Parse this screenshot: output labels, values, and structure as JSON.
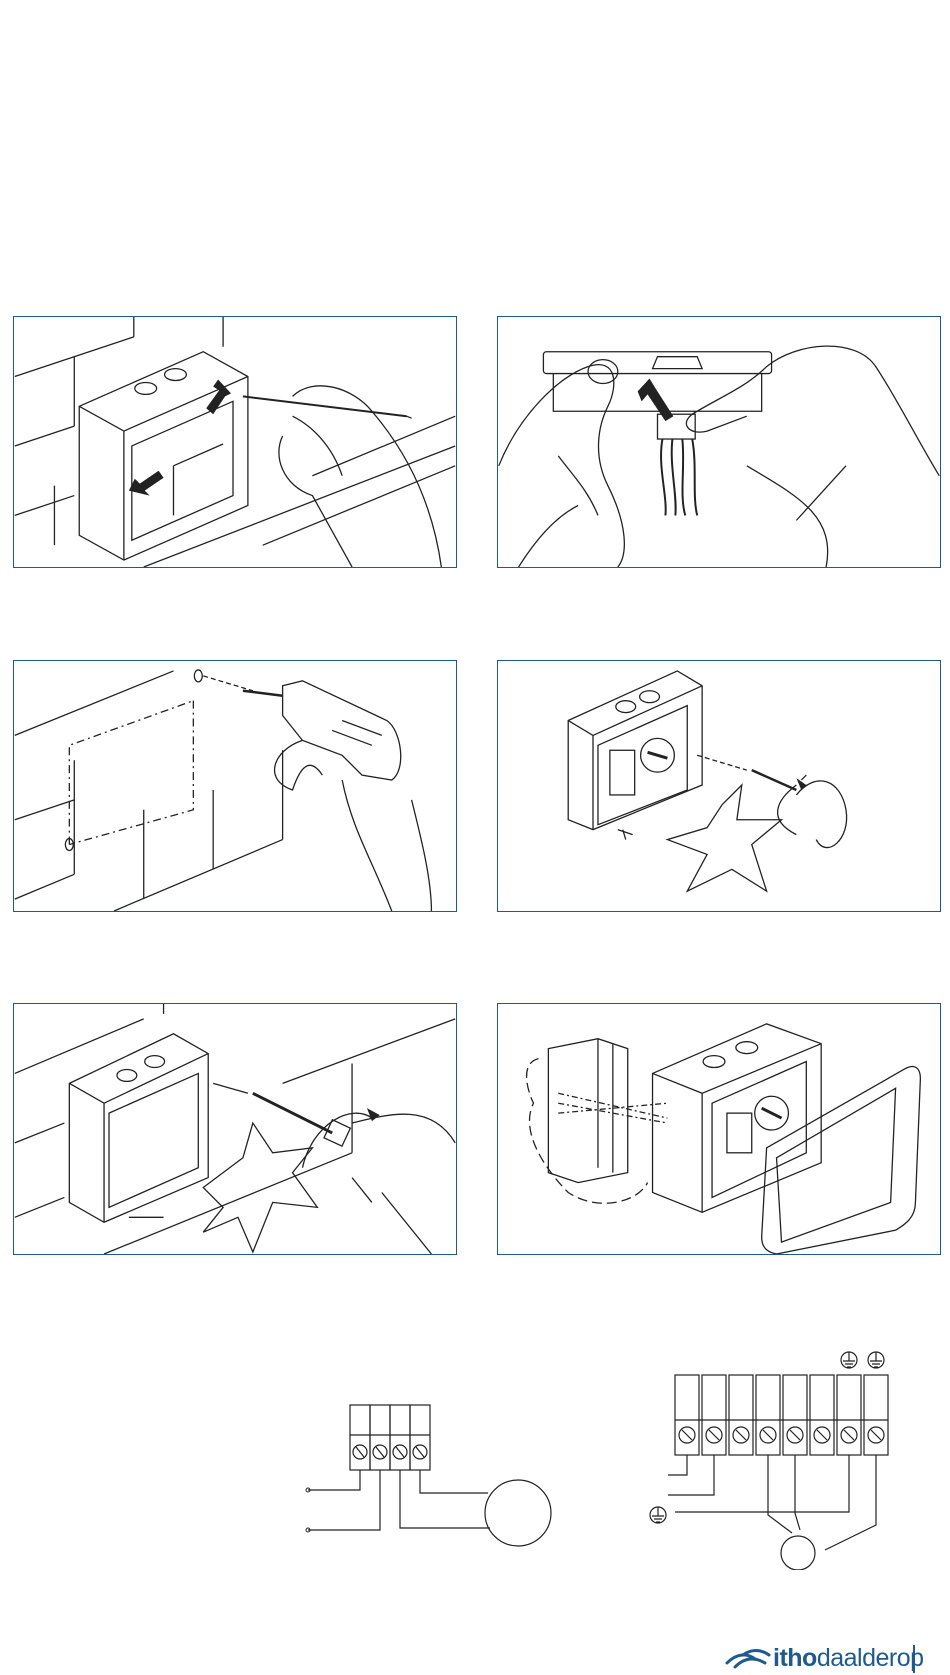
{
  "brand": {
    "name_bold": "itho",
    "name_light": "daalderop",
    "color": "#1f5a8e"
  },
  "panels": [
    {
      "id": "mark-holes",
      "icon": "pencil-icon"
    },
    {
      "id": "attach-connector",
      "icon": "connector-icon"
    },
    {
      "id": "drill-holes",
      "icon": "drill-icon"
    },
    {
      "id": "screw-box-wall",
      "icon": "screwdriver-icon"
    },
    {
      "id": "fasten-box",
      "icon": "screwdriver-icon"
    },
    {
      "id": "attach-cover",
      "icon": "cover-icon"
    }
  ],
  "colors": {
    "frame": "#1f5a8e",
    "line": "#222222"
  }
}
